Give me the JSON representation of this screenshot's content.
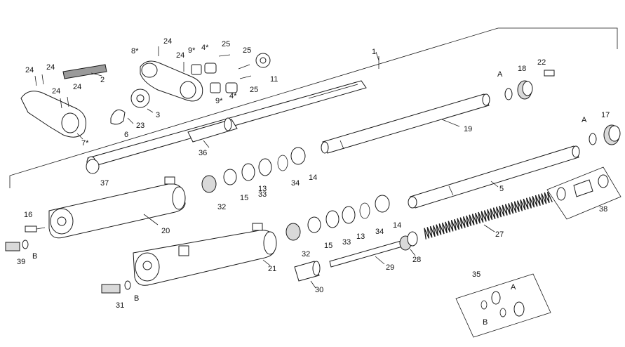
{
  "labels": {
    "l1": "1",
    "l2": "2",
    "l3": "3",
    "l4a": "4*",
    "l4b": "4*",
    "l5": "5",
    "l6": "6",
    "l7": "7*",
    "l8": "8*",
    "l9a": "9*",
    "l9b": "9*",
    "l11": "11",
    "l13a": "13",
    "l13b": "13",
    "l14a": "14",
    "l14b": "14",
    "l15a": "15",
    "l15b": "15",
    "l16": "16",
    "l17": "17",
    "l18": "18",
    "l19": "19",
    "l20": "20",
    "l21": "21",
    "l22": "22",
    "l23": "23",
    "l24a": "24",
    "l24b": "24",
    "l24c": "24",
    "l24d": "24",
    "l24e": "24",
    "l24f": "24",
    "l25a": "25",
    "l25b": "25",
    "l25c": "25",
    "l27": "27",
    "l28": "28",
    "l29": "29",
    "l30": "30",
    "l31": "31",
    "l32a": "32",
    "l32b": "32",
    "l33a": "33",
    "l33b": "33",
    "l34a": "34",
    "l34b": "34",
    "l35": "35",
    "l36": "36",
    "l37": "37",
    "l38": "38",
    "l39": "39",
    "lA1": "A",
    "lA2": "A",
    "lA3": "A",
    "lB1": "B",
    "lB2": "B",
    "lB3": "B"
  },
  "colors": {
    "stroke": "#1a1a1a",
    "fill": "#ffffff",
    "shade": "#d9d9d9"
  }
}
